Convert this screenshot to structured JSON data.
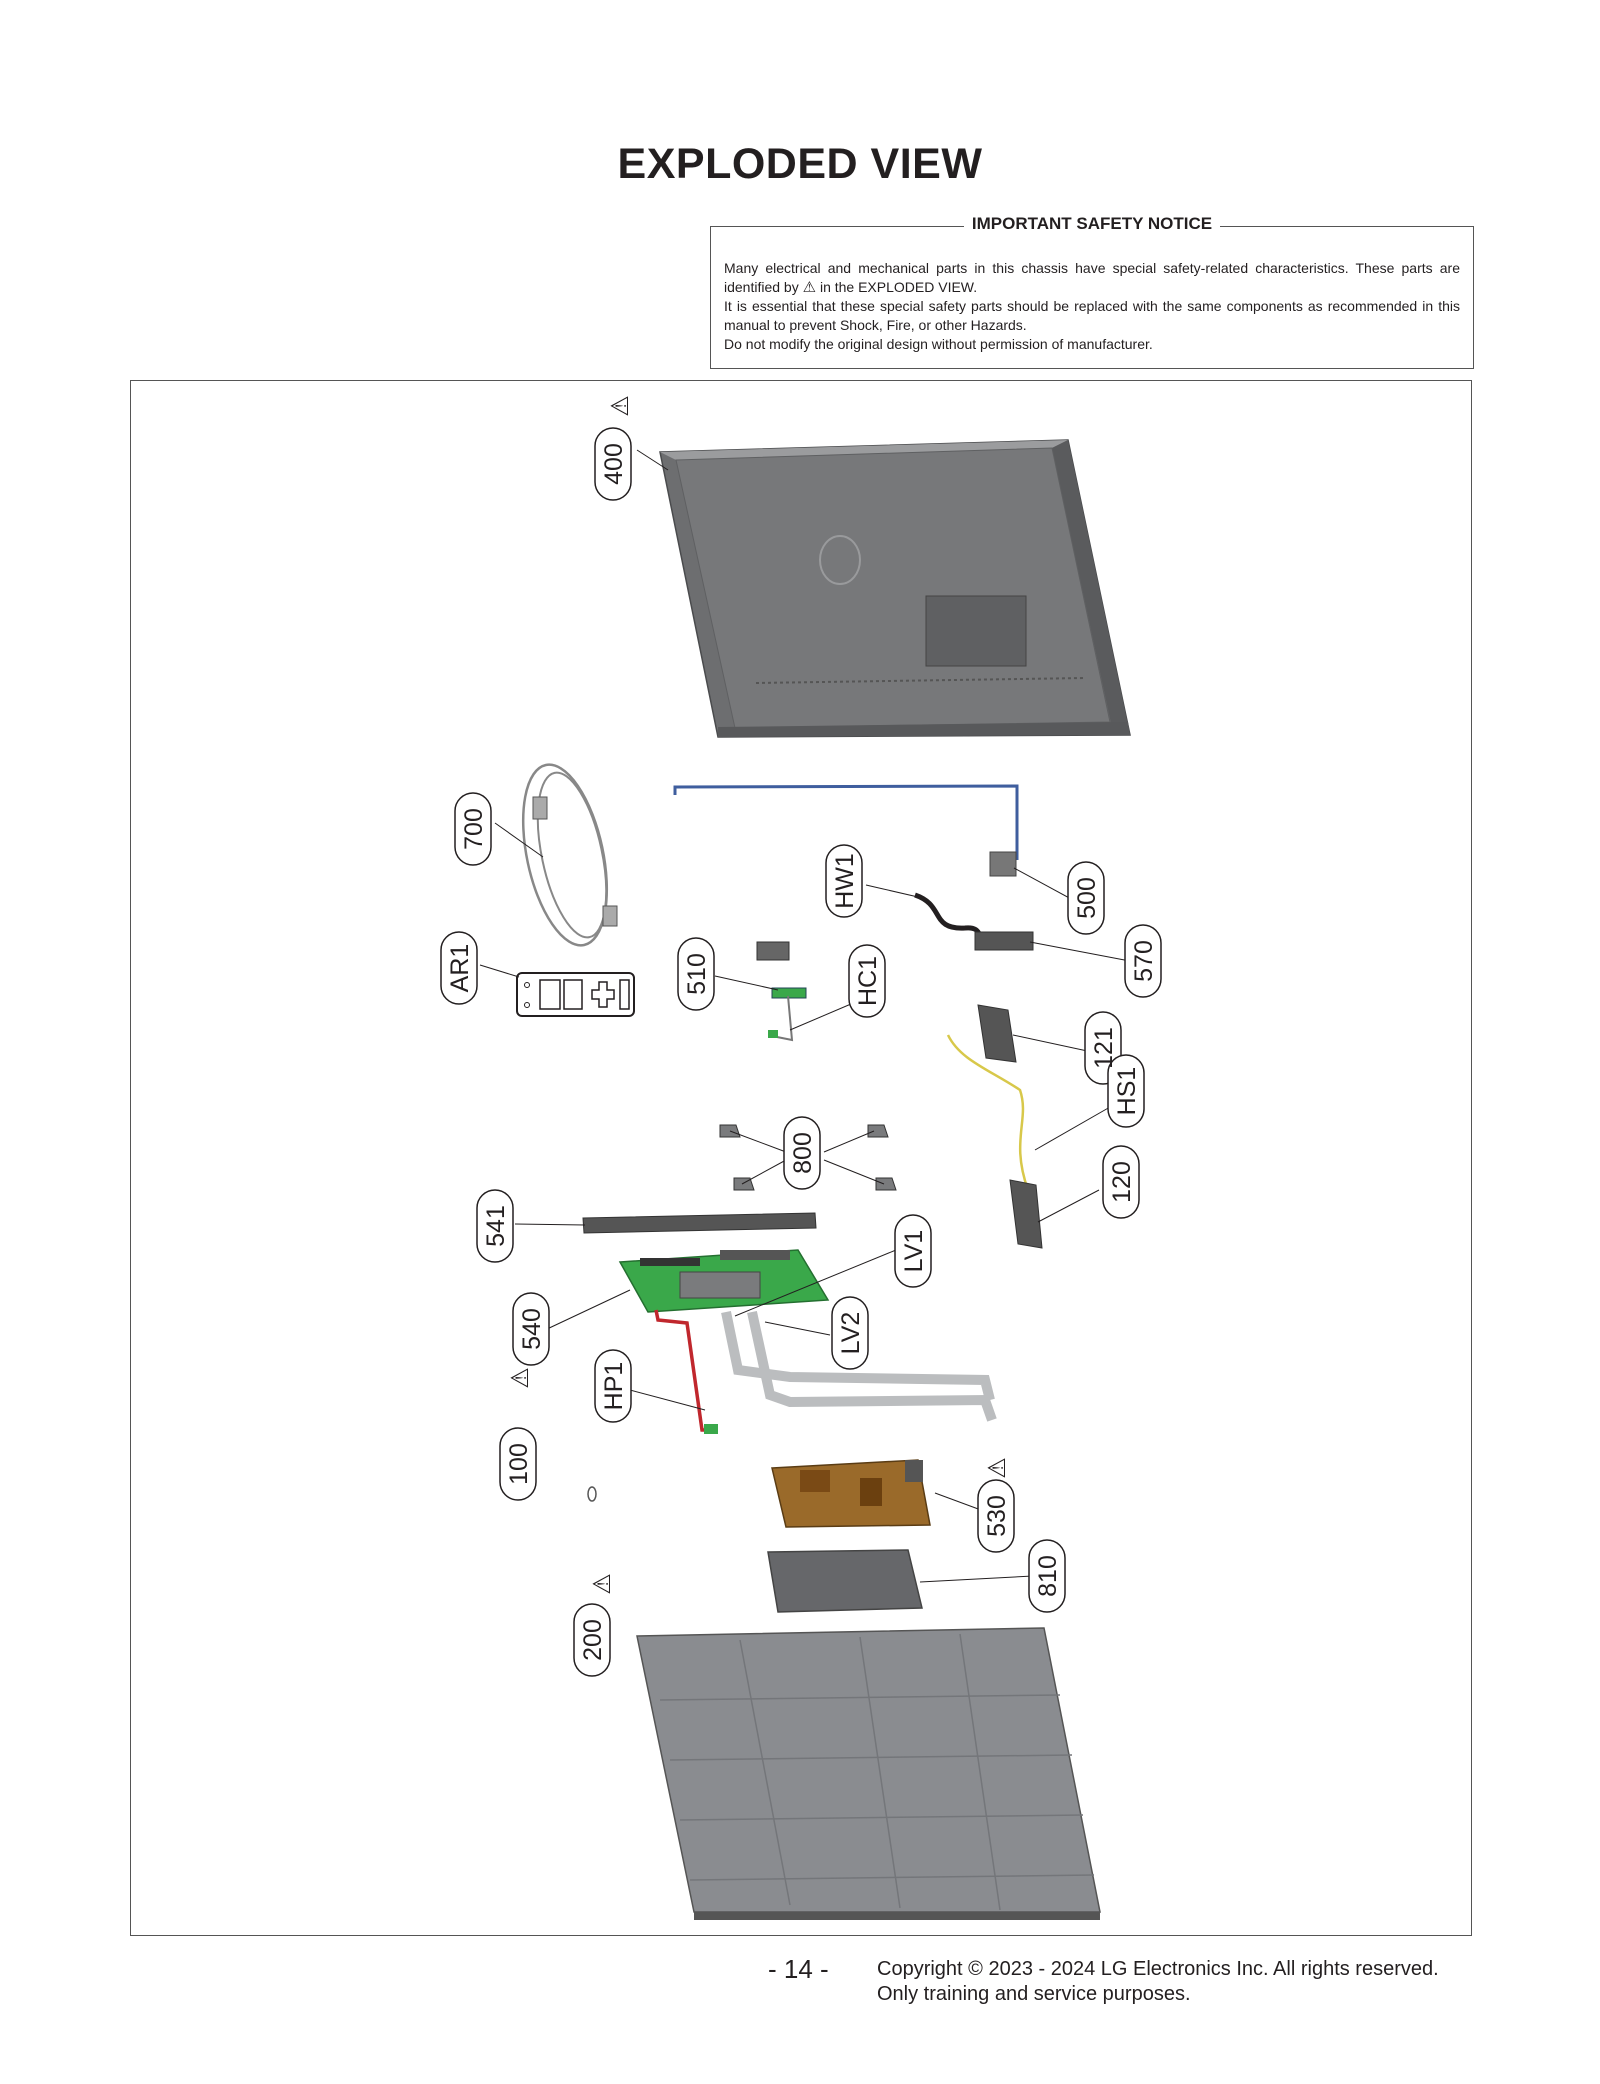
{
  "page_title": "EXPLODED VIEW",
  "notice": {
    "title": "IMPORTANT SAFETY NOTICE",
    "line1_prefix": "Many electrical and mechanical parts in this chassis have special safety-related characteristics. These parts are identified by",
    "line1_symbol": "⚠",
    "line1_suffix": "in the EXPLODED VIEW.",
    "line2": "It is essential that these special safety parts should be replaced with the same components as recommended in this manual to prevent Shock, Fire, or other Hazards.",
    "line3": "Do not modify the original design without permission of manufacturer."
  },
  "callouts": {
    "c400": "400",
    "c700": "700",
    "cAR1": "AR1",
    "cHW1": "HW1",
    "c500": "500",
    "c570": "570",
    "c510": "510",
    "cHC1": "HC1",
    "c121": "121",
    "cHS1": "HS1",
    "c800": "800",
    "c120": "120",
    "c541": "541",
    "c540": "540",
    "cLV1": "LV1",
    "cLV2": "LV2",
    "cHP1": "HP1",
    "c100": "100",
    "c530": "530",
    "c810": "810",
    "c200": "200"
  },
  "safety_symbol": "⚠",
  "footer": {
    "page_number": "- 14 -",
    "copyright_line1": "Copyright © 2023 - 2024 LG Electronics Inc. All rights reserved.",
    "copyright_line2": "Only training and service purposes."
  },
  "colors": {
    "rear_cover": "#6d6e70",
    "main_board": "#3aa84a",
    "power_board": "#9a6a2a",
    "panel": "#8a8c90",
    "cable_blue": "#3f5e9e",
    "cable_red": "#c0272d",
    "cable_yellow": "#d8c84a"
  }
}
